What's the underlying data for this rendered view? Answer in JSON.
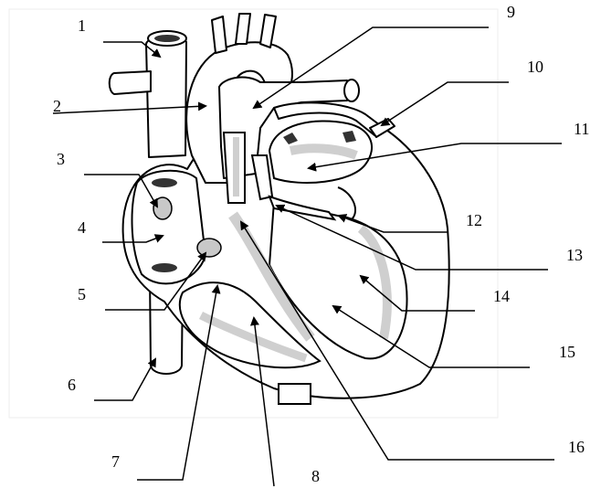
{
  "diagram": {
    "labels": [
      {
        "id": "l1",
        "text": "1"
      },
      {
        "id": "l2",
        "text": "2"
      },
      {
        "id": "l3",
        "text": "3"
      },
      {
        "id": "l4",
        "text": "4"
      },
      {
        "id": "l5",
        "text": "5"
      },
      {
        "id": "l6",
        "text": "6"
      },
      {
        "id": "l7",
        "text": "7"
      },
      {
        "id": "l8",
        "text": "8"
      },
      {
        "id": "l9",
        "text": "9"
      },
      {
        "id": "l10",
        "text": "10"
      },
      {
        "id": "l11",
        "text": "11"
      },
      {
        "id": "l12",
        "text": "12"
      },
      {
        "id": "l13",
        "text": "13"
      },
      {
        "id": "l14",
        "text": "14"
      },
      {
        "id": "l15",
        "text": "15"
      },
      {
        "id": "l16",
        "text": "16"
      }
    ],
    "colors": {
      "outline": "#000000",
      "fill": "#ffffff",
      "muscle_shade": "#cfcfcf",
      "valve_fill": "#c8c8c8",
      "vessel_dark": "#333333"
    }
  }
}
